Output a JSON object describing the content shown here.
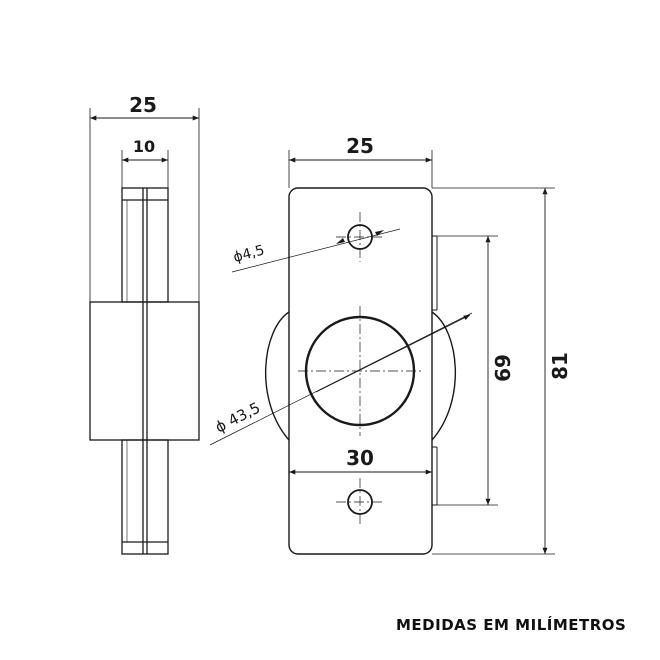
{
  "dimensions": {
    "side_overall_width": "25",
    "side_inner_width": "10",
    "front_plate_width": "25",
    "hole_diameter": "ϕ4,5",
    "disc_diameter": "ϕ 43,5",
    "disc_width": "30",
    "hole_spacing": "69",
    "total_height": "81"
  },
  "caption": "MEDIDAS EM MILÍMETROS",
  "colors": {
    "line": "#1a1a1a",
    "background": "#ffffff"
  }
}
